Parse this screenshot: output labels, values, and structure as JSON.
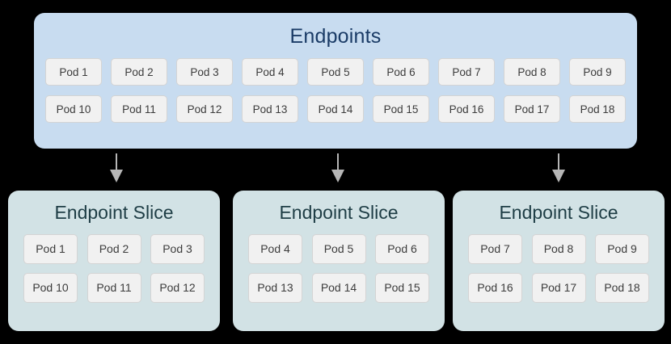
{
  "diagram": {
    "endpoints": {
      "title": "Endpoints",
      "background_color": "#c8dcf0",
      "title_color": "#1a3b66",
      "rows": [
        [
          "Pod 1",
          "Pod 2",
          "Pod 3",
          "Pod 4",
          "Pod 5",
          "Pod 6",
          "Pod 7",
          "Pod 8",
          "Pod 9"
        ],
        [
          "Pod 10",
          "Pod 11",
          "Pod 12",
          "Pod 13",
          "Pod 14",
          "Pod 15",
          "Pod 16",
          "Pod 17",
          "Pod 18"
        ]
      ]
    },
    "arrows": [
      {
        "name": "arrow-down-icon-1",
        "direction": "down",
        "color": "#b6b6b6"
      },
      {
        "name": "arrow-down-icon-2",
        "direction": "down",
        "color": "#b6b6b6"
      },
      {
        "name": "arrow-down-icon-3",
        "direction": "down",
        "color": "#b6b6b6"
      }
    ],
    "slices": [
      {
        "title": "Endpoint Slice",
        "background_color": "#d2e2e5",
        "title_color": "#1e3d45",
        "rows": [
          [
            "Pod 1",
            "Pod 2",
            "Pod 3"
          ],
          [
            "Pod 10",
            "Pod 11",
            "Pod 12"
          ]
        ]
      },
      {
        "title": "Endpoint Slice",
        "background_color": "#d2e2e5",
        "title_color": "#1e3d45",
        "rows": [
          [
            "Pod 4",
            "Pod 5",
            "Pod 6"
          ],
          [
            "Pod 13",
            "Pod 14",
            "Pod 15"
          ]
        ]
      },
      {
        "title": "Endpoint Slice",
        "background_color": "#d2e2e5",
        "title_color": "#1e3d45",
        "rows": [
          [
            "Pod 7",
            "Pod 8",
            "Pod 9"
          ],
          [
            "Pod 16",
            "Pod 17",
            "Pod 18"
          ]
        ]
      }
    ]
  }
}
